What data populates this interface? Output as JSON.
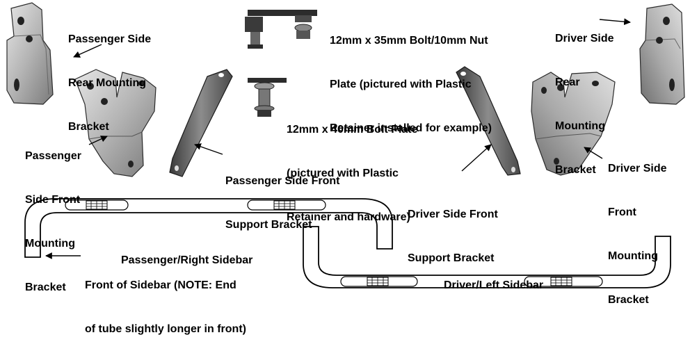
{
  "labels": {
    "passenger_rear": [
      "Passenger Side",
      "Rear Mounting",
      "Bracket"
    ],
    "bolt_nut_plate": [
      "12mm x 35mm Bolt/10mm Nut",
      "Plate (pictured with Plastic",
      "Retainer installed for example)"
    ],
    "driver_rear": [
      "Driver Side",
      "Rear",
      "Mounting",
      "Bracket"
    ],
    "bolt_plate": [
      "12mm x 40mm Bolt Plate",
      "(pictured with Plastic",
      "Retainer and hardware)"
    ],
    "passenger_front_mount": [
      "Passenger",
      "Side Front",
      "Mounting",
      "Bracket"
    ],
    "passenger_front_support": [
      "Passenger Side Front",
      "Support Bracket"
    ],
    "driver_front_support": [
      "Driver Side Front",
      "Support Bracket"
    ],
    "driver_front_mount": [
      "Driver Side",
      "Front",
      "Mounting",
      "Bracket"
    ],
    "passenger_sidebar": [
      "Passenger/Right Sidebar"
    ],
    "sidebar_front": [
      "Front of Sidebar (NOTE: End",
      "of tube slightly longer in front)"
    ],
    "driver_sidebar": [
      "Driver/Left Sidebar"
    ]
  },
  "colors": {
    "text": "#000000",
    "metal_light": "#d4d4d4",
    "metal_mid": "#a8a8a8",
    "metal_dark": "#555555",
    "outline": "#1a1a1a"
  }
}
